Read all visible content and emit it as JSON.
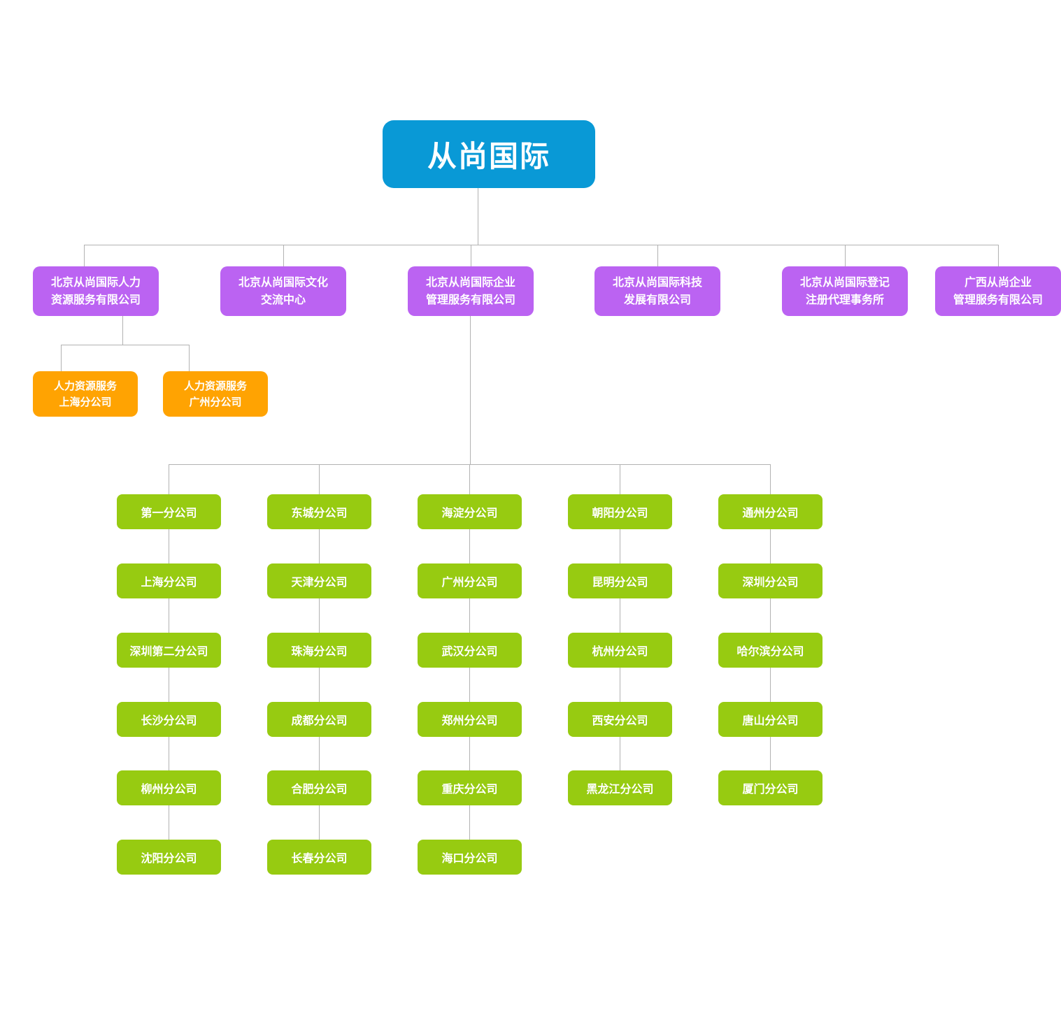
{
  "diagram_type": "organization-chart",
  "colors": {
    "root_node": "#0999d6",
    "subsidiary_node": "#bb63f2",
    "hr_branch_node": "#ffa302",
    "city_branch_node": "#97cb11",
    "connector": "#b2b2b2",
    "node_text": "#ffffff",
    "background": "#ffffff"
  },
  "root": {
    "label": "从尚国际"
  },
  "level2": [
    {
      "label": "北京从尚国际人力\n资源服务有限公司"
    },
    {
      "label": "北京从尚国际文化\n交流中心"
    },
    {
      "label": "北京从尚国际企业\n管理服务有限公司"
    },
    {
      "label": "北京从尚国际科技\n发展有限公司"
    },
    {
      "label": "北京从尚国际登记\n注册代理事务所"
    },
    {
      "label": "广西从尚企业\n管理服务有限公司"
    }
  ],
  "hr_branches": [
    {
      "label": "人力资源服务\n上海分公司"
    },
    {
      "label": "人力资源服务\n广州分公司"
    }
  ],
  "branch_columns": [
    {
      "items": [
        "第一分公司",
        "上海分公司",
        "深圳第二分公司",
        "长沙分公司",
        "柳州分公司",
        "沈阳分公司"
      ]
    },
    {
      "items": [
        "东城分公司",
        "天津分公司",
        "珠海分公司",
        "成都分公司",
        "合肥分公司",
        "长春分公司"
      ]
    },
    {
      "items": [
        "海淀分公司",
        "广州分公司",
        "武汉分公司",
        "郑州分公司",
        "重庆分公司",
        "海口分公司"
      ]
    },
    {
      "items": [
        "朝阳分公司",
        "昆明分公司",
        "杭州分公司",
        "西安分公司",
        "黑龙江分公司"
      ]
    },
    {
      "items": [
        "通州分公司",
        "深圳分公司",
        "哈尔滨分公司",
        "唐山分公司",
        "厦门分公司"
      ]
    }
  ]
}
